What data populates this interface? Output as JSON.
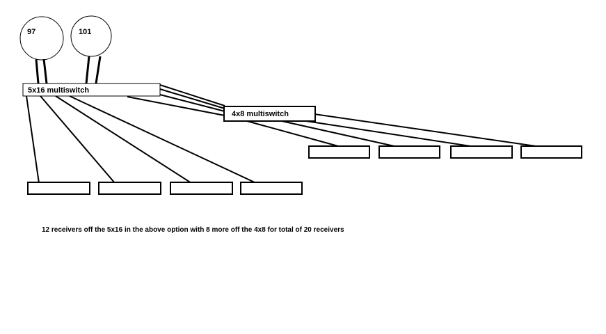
{
  "satellites": [
    {
      "label": "97"
    },
    {
      "label": "101"
    }
  ],
  "multiswitches": {
    "main": {
      "label": "5x16 multiswitch"
    },
    "secondary": {
      "label": "4x8 multiswitch"
    }
  },
  "caption": "12 receivers off the 5x16 in the above option with 8 more off the 4x8 for total of 20 receivers",
  "colors": {
    "line": "#000000",
    "background": "#ffffff"
  }
}
